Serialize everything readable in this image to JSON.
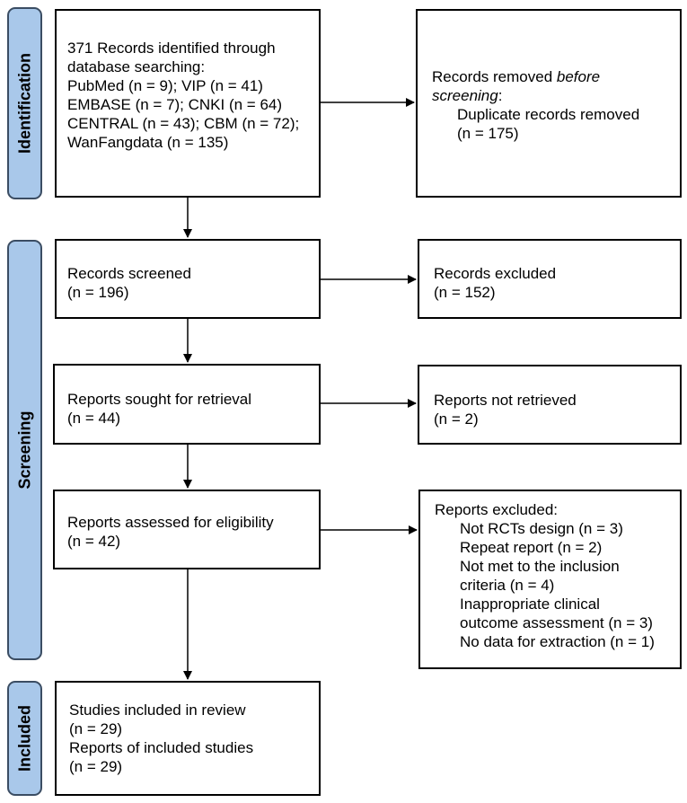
{
  "phases": {
    "identification": "Identification",
    "screening": "Screening",
    "included": "Included"
  },
  "identified": {
    "line1": "371 Records identified through",
    "line2": "database searching:",
    "line3": "PubMed (n = 9); VIP (n = 41)",
    "line4": "EMBASE (n = 7); CNKI (n = 64)",
    "line5": "CENTRAL (n = 43); CBM (n = 72);",
    "line6": "WanFangdata (n = 135)"
  },
  "removed": {
    "prefix": "Records removed ",
    "italic1": "before",
    "italic2": "screening",
    "suffix": ":",
    "detail": "Duplicate records removed",
    "count": "(n = 175)"
  },
  "screened": {
    "label": "Records screened",
    "count": "(n = 196)"
  },
  "excluded_records": {
    "label": "Records excluded",
    "count": "(n = 152)"
  },
  "sought": {
    "label": "Reports sought for retrieval",
    "count": "(n = 44)"
  },
  "not_retrieved": {
    "label": "Reports not retrieved",
    "count": "(n = 2)"
  },
  "assessed": {
    "label": "Reports assessed for eligibility",
    "count": "(n = 42)"
  },
  "reports_excluded": {
    "title": "Reports excluded:",
    "lines": [
      "Not RCTs design (n = 3)",
      "Repeat report (n = 2)",
      "Not met to the inclusion",
      "criteria (n = 4)",
      "Inappropriate clinical",
      "outcome assessment (n = 3)",
      "No data for extraction (n = 1)"
    ]
  },
  "included": {
    "line1": "Studies included in review",
    "line2": "(n = 29)",
    "line3": "Reports of included studies",
    "line4": "(n = 29)"
  },
  "colors": {
    "phase_fill": "#a9c8ea",
    "phase_border": "#3b4d63",
    "line": "#000000"
  }
}
